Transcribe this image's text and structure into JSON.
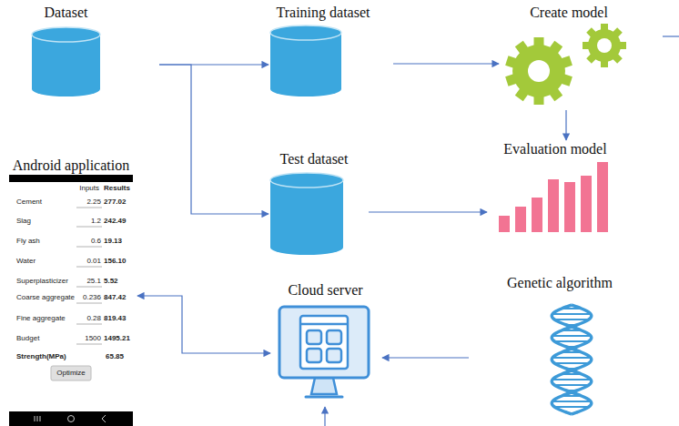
{
  "diagram": {
    "nodes": [
      {
        "text": [
          "Dataset"
        ]
      },
      {
        "text": [
          "Training dataset"
        ]
      },
      {
        "text": [
          "Create model"
        ]
      },
      {
        "text": [
          "Test dataset"
        ]
      },
      {
        "text": [
          "Evaluation model"
        ]
      },
      {
        "text": [
          "Android application"
        ]
      },
      {
        "text": [
          "Cloud server"
        ]
      },
      {
        "text": [
          "Genetic algorithm"
        ]
      }
    ],
    "edges": [
      {
        "from": 0,
        "to": 1,
        "arrow": "to"
      },
      {
        "from": 0,
        "to": 3,
        "arrow": "to"
      },
      {
        "from": 1,
        "to": 2,
        "arrow": "to"
      },
      {
        "from": 2,
        "to": 4,
        "arrow": "to"
      },
      {
        "from": 3,
        "to": 4,
        "arrow": "to"
      },
      {
        "from": 7,
        "to": 6,
        "arrow": "to"
      },
      {
        "from": 6,
        "to": 5,
        "arrow": "both"
      }
    ],
    "labels": [
      "Inputs",
      "Results",
      "Cement",
      "2.25",
      "277.02",
      "Slag",
      "1.2",
      "242.49",
      "Fly ash",
      "0.6",
      "19.13",
      "Water",
      "0.01",
      "156.10",
      "Superplasticizer",
      "25.1",
      "5.52",
      "Coarse aggregate",
      "0.236",
      "847.42",
      "Fine aggregate",
      "0.28",
      "819.43",
      "Budget",
      "1500",
      "1495.21",
      "Strength(MPa)",
      "65.85",
      "Optimize"
    ]
  }
}
